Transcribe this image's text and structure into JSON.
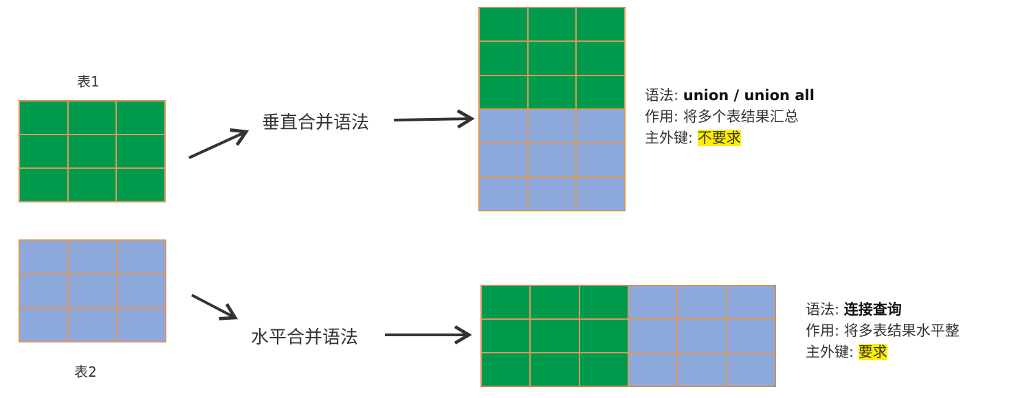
{
  "table1_label": "表1",
  "table2_label": "表2",
  "vertical": {
    "title": "垂直合并语法",
    "syntax_label": "语法: ",
    "syntax_value": "union / union all",
    "purpose_label": "作用: ",
    "purpose_value": "将多个表结果汇总",
    "key_label": "主外键: ",
    "key_value": "不要求"
  },
  "horizontal": {
    "title": "水平合并语法",
    "syntax_label": "语法: ",
    "syntax_value": "连接查询",
    "purpose_label": "作用: ",
    "purpose_value": "将多表结果水平整",
    "key_label": "主外键: ",
    "key_value": "要求"
  },
  "colors": {
    "table1": "#009a4c",
    "table2": "#8eaadd",
    "grid_line": "#d9985e",
    "highlight": "#ffec00"
  }
}
